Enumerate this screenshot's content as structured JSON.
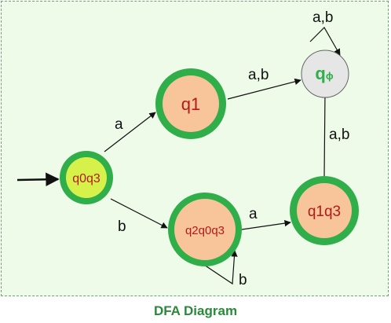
{
  "caption": "DFA Diagram",
  "colors": {
    "panel_bg": "#eefbe9",
    "ring": "#2fae4a",
    "state_fill": "#f8c49a",
    "start_fill": "#d6f24a",
    "dead_fill": "#e6e6e6",
    "state_text": "#b31b1b",
    "dead_text": "#2fae4a",
    "caption": "#2a8a3a"
  },
  "states": [
    {
      "id": "q0q3",
      "label": "q0q3",
      "type": "start"
    },
    {
      "id": "q1",
      "label": "q1",
      "type": "normal"
    },
    {
      "id": "q2q0q3",
      "label": "q2q0q3",
      "type": "normal"
    },
    {
      "id": "q1q3",
      "label": "q1q3",
      "type": "normal"
    },
    {
      "id": "qphi",
      "label": "q",
      "sub": "ϕ",
      "type": "dead"
    }
  ],
  "transitions": [
    {
      "from": "q0q3",
      "to": "q1",
      "label": "a"
    },
    {
      "from": "q0q3",
      "to": "q2q0q3",
      "label": "b"
    },
    {
      "from": "q1",
      "to": "qphi",
      "label": "a,b"
    },
    {
      "from": "q2q0q3",
      "to": "q1q3",
      "label": "a"
    },
    {
      "from": "q2q0q3",
      "to": "q2q0q3",
      "label": "b"
    },
    {
      "from": "q1q3",
      "to": "qphi",
      "label": "a,b"
    },
    {
      "from": "qphi",
      "to": "qphi",
      "label": "a,b"
    }
  ]
}
